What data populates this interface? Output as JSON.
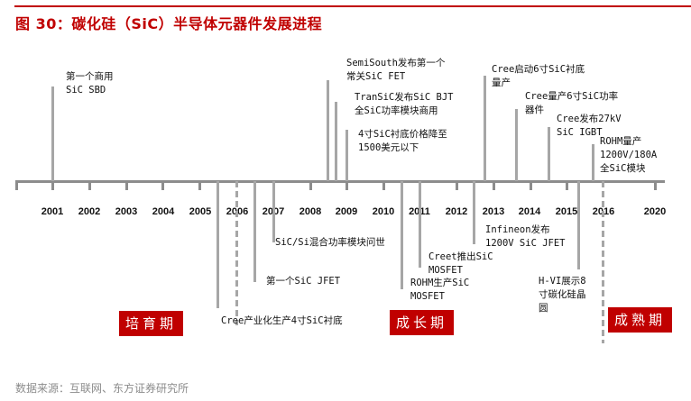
{
  "header": {
    "title": "图 30：碳化硅（SiC）半导体元器件发展进程",
    "accent_color": "#c00000"
  },
  "timeline": {
    "years": [
      "2001",
      "2002",
      "2003",
      "2004",
      "2005",
      "2006",
      "2007",
      "2008",
      "2009",
      "2010",
      "2011",
      "2012",
      "2013",
      "2014",
      "2015",
      "2016",
      "2020"
    ],
    "events_above": [
      {
        "year": "2001",
        "lines": [
          "第一个商用",
          "SiC SBD"
        ]
      },
      {
        "year": "2008",
        "lines": [
          "SemiSouth发布第一个",
          "常关SiC FET"
        ]
      },
      {
        "year": "2008",
        "lines": [
          "TranSiC发布SiC BJT",
          "全SiC功率模块商用"
        ]
      },
      {
        "year": "2009",
        "lines": [
          "4寸SiC衬底价格降至",
          "1500美元以下"
        ]
      },
      {
        "year": "2012",
        "lines": [
          "Cree启动6寸SiC衬底",
          "量产"
        ]
      },
      {
        "year": "2013",
        "lines": [
          "Cree量产6寸SiC功率",
          "器件"
        ]
      },
      {
        "year": "2014",
        "lines": [
          "Cree发布27kV",
          "SiC IGBT"
        ]
      },
      {
        "year": "2015",
        "lines": [
          "ROHM量产",
          "1200V/180A",
          "全SiC模块"
        ]
      }
    ],
    "events_below": [
      {
        "year": "2005",
        "lines": [
          "Cree产业化生产4寸SiC衬底"
        ]
      },
      {
        "year": "2006",
        "lines": [
          "第一个SiC JFET"
        ]
      },
      {
        "year": "2007",
        "lines": [
          "SiC/Si混合功率模块问世"
        ]
      },
      {
        "year": "2010",
        "lines": [
          "ROHM生产SiC",
          "MOSFET"
        ]
      },
      {
        "year": "2011",
        "lines": [
          "Creet推出SiC",
          "MOSFET"
        ]
      },
      {
        "year": "2012",
        "lines": [
          "Infineon发布",
          "1200V SiC JFET"
        ]
      },
      {
        "year": "2015",
        "lines": [
          "H-VI展示8",
          "寸碳化硅晶",
          "圆"
        ]
      }
    ],
    "phases": [
      {
        "label": "培育期",
        "color": "#c00000"
      },
      {
        "label": "成长期",
        "color": "#c00000"
      },
      {
        "label": "成熟期",
        "color": "#c00000"
      }
    ]
  },
  "footer": {
    "source": "数据来源：互联网、东方证券研究所"
  }
}
